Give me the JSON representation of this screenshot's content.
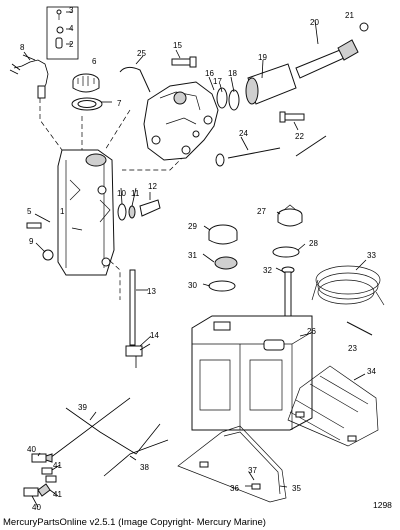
{
  "diagram": {
    "callouts": [
      "1",
      "2",
      "3",
      "4",
      "5",
      "6",
      "7",
      "8",
      "9",
      "10",
      "11",
      "12",
      "13",
      "14",
      "15",
      "16",
      "17",
      "18",
      "19",
      "20",
      "21",
      "22",
      "23",
      "24",
      "25",
      "26",
      "27",
      "28",
      "29",
      "30",
      "31",
      "32",
      "33",
      "34",
      "35",
      "36",
      "37",
      "38",
      "39",
      "40",
      "40",
      "41",
      "41"
    ],
    "figure_number": "1298"
  },
  "footer": {
    "text": "MercuryPartsOnline v2.5.1 (Image Copyright- Mercury Marine)"
  }
}
